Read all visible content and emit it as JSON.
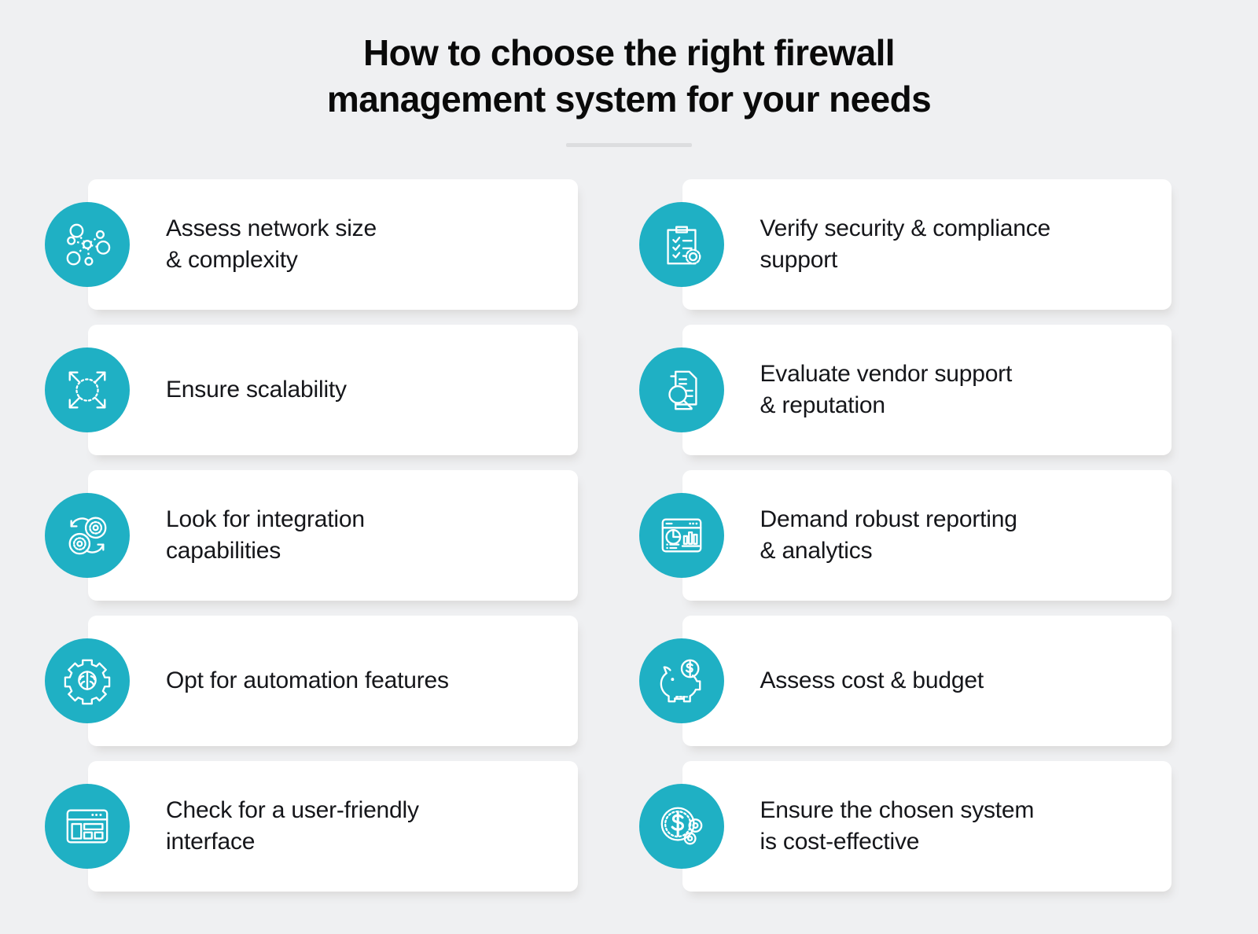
{
  "header": {
    "title": "How to choose the right firewall\nmanagement system for your needs",
    "divider_color": "#dcdddf"
  },
  "theme": {
    "background": "#eff0f2",
    "accent": "#1fb0c4",
    "card_background": "#ffffff",
    "text_color": "#15161a",
    "title_color": "#0a0a0a"
  },
  "cards": [
    {
      "id": "assess-network-size",
      "label": "Assess network size\n& complexity",
      "icon": "network-nodes-icon",
      "column": "left",
      "row": 1
    },
    {
      "id": "verify-security-compliance",
      "label": "Verify security & compliance\nsupport",
      "icon": "clipboard-checklist-badge-icon",
      "column": "right",
      "row": 1
    },
    {
      "id": "ensure-scalability",
      "label": "Ensure scalability",
      "icon": "expand-arrows-icon",
      "column": "left",
      "row": 2
    },
    {
      "id": "evaluate-vendor-support",
      "label": "Evaluate vendor support\n& reputation",
      "icon": "document-magnifier-icon",
      "column": "right",
      "row": 2
    },
    {
      "id": "look-for-integration",
      "label": "Look for integration\ncapabilities",
      "icon": "linked-gears-icon",
      "column": "left",
      "row": 3
    },
    {
      "id": "demand-robust-reporting",
      "label": "Demand robust reporting\n& analytics",
      "icon": "analytics-dashboard-icon",
      "column": "right",
      "row": 3
    },
    {
      "id": "opt-for-automation",
      "label": "Opt for automation features",
      "icon": "gear-brain-icon",
      "column": "left",
      "row": 4
    },
    {
      "id": "assess-cost-budget",
      "label": "Assess cost & budget",
      "icon": "piggy-bank-icon",
      "column": "right",
      "row": 4
    },
    {
      "id": "check-user-friendly-interface",
      "label": "Check for a user-friendly\ninterface",
      "icon": "browser-layout-icon",
      "column": "left",
      "row": 5
    },
    {
      "id": "ensure-cost-effective",
      "label": "Ensure the chosen system\nis cost-effective",
      "icon": "dollar-gears-icon",
      "column": "right",
      "row": 5
    }
  ]
}
